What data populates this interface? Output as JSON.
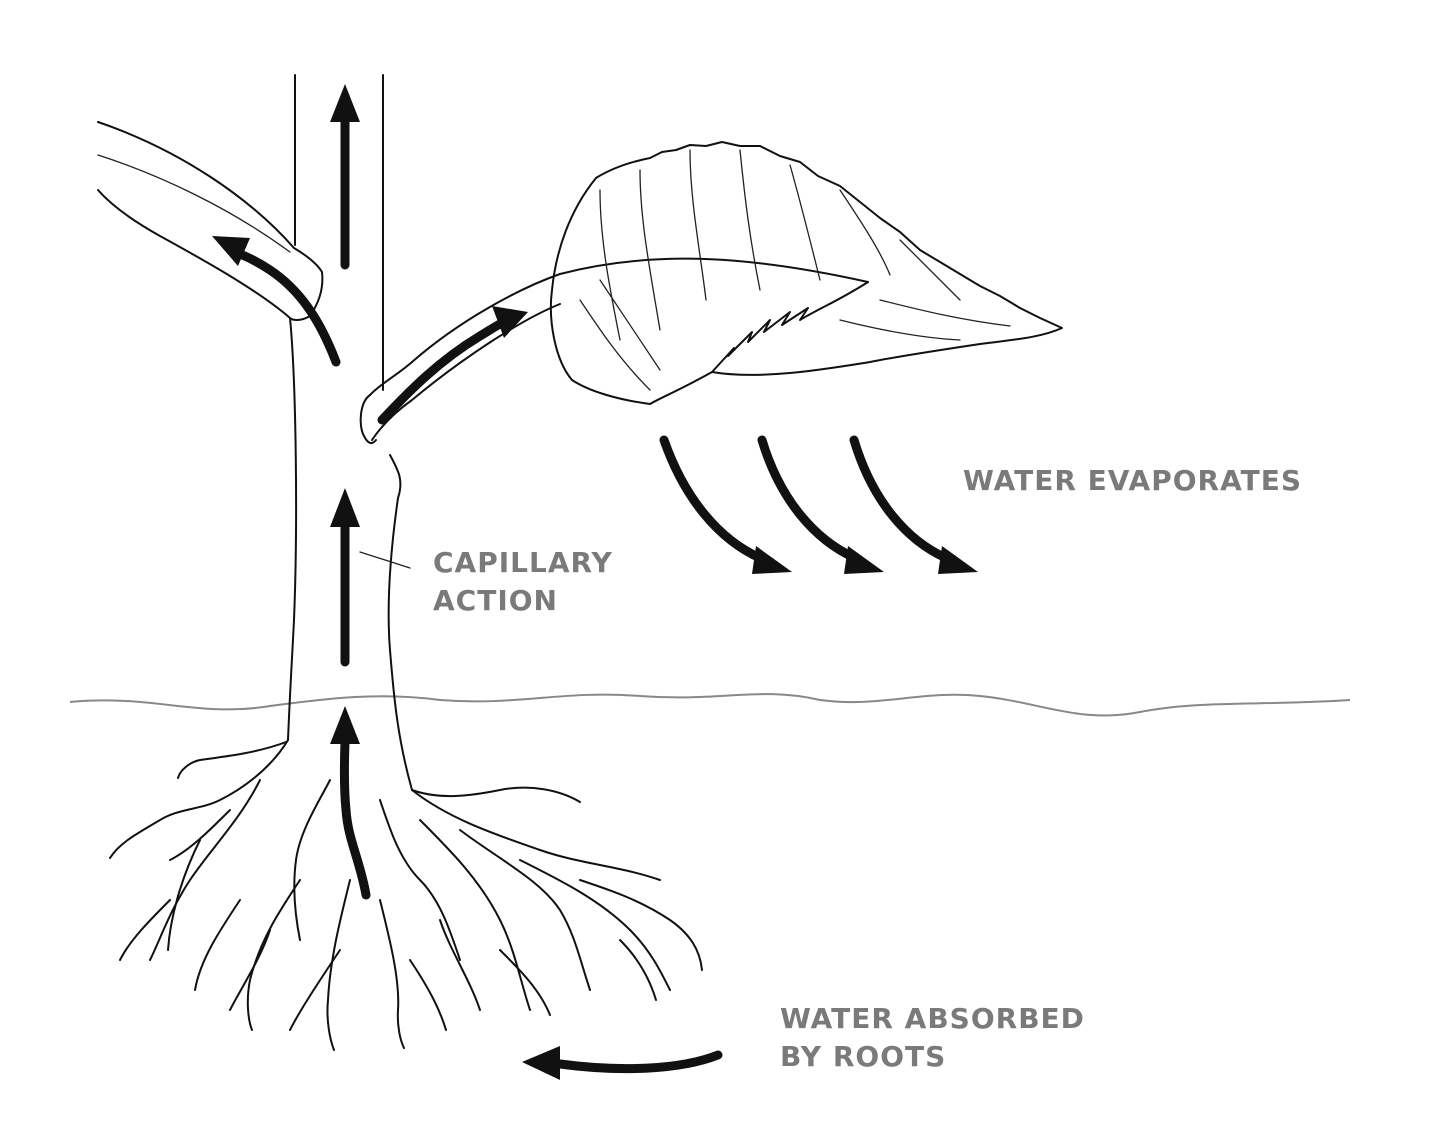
{
  "labels": {
    "water_evaporates": "WATER EVAPORATES",
    "capillary_line1": "CAPILLARY",
    "capillary_line2": "ACTION",
    "absorbed_line1": "WATER ABSORBED",
    "absorbed_line2": "BY ROOTS"
  },
  "colors": {
    "line_art": "#111111",
    "label_text": "#7a7a7a",
    "ground_line": "#888888",
    "background": "#ffffff"
  }
}
